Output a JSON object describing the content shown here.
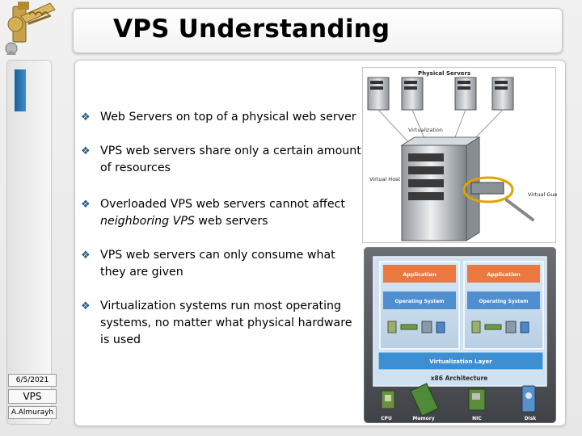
{
  "slide": {
    "title": "VPS Understanding",
    "bullets": [
      {
        "parts": [
          {
            "t": "Web Servers on top of a physical web server",
            "i": false
          }
        ]
      },
      {
        "parts": [
          {
            "t": "VPS web servers share only a certain amount of resources",
            "i": false
          }
        ]
      },
      {
        "parts": [
          {
            "t": "Overloaded VPS web servers cannot affect ",
            "i": false
          },
          {
            "t": "neighboring VPS",
            "i": true
          },
          {
            "t": " web servers",
            "i": false
          }
        ]
      },
      {
        "parts": [
          {
            "t": "VPS web servers can only consume what they are given",
            "i": false
          }
        ]
      },
      {
        "parts": [
          {
            "t": "Virtualization systems run most operating systems, no matter what physical hardware is used",
            "i": false
          }
        ]
      }
    ]
  },
  "sidebar": {
    "date": "6/5/2021",
    "topic": "VPS",
    "author": "A.Almurayh"
  },
  "diagram_top": {
    "physical_servers_label": "Physical Servers",
    "virtualization_label": "Virtualization",
    "virtual_host_label": "Virtual Host",
    "virtual_guests_label": "Virtual Guests"
  },
  "diagram_bottom": {
    "application_left": "Application",
    "application_right": "Application",
    "os_left": "Operating System",
    "os_right": "Operating System",
    "virtualization_layer": "Virtualization Layer",
    "architecture": "x86 Architecture",
    "hw": [
      "CPU",
      "Memory",
      "NIC",
      "Disk"
    ]
  },
  "colors": {
    "accent_blue": "#2c7ec4",
    "application_orange": "#e9793f",
    "os_blue": "#4f8fd0",
    "virt_layer_blue": "#3b8fd2",
    "bullet_diamond": "#1f5d8c"
  }
}
